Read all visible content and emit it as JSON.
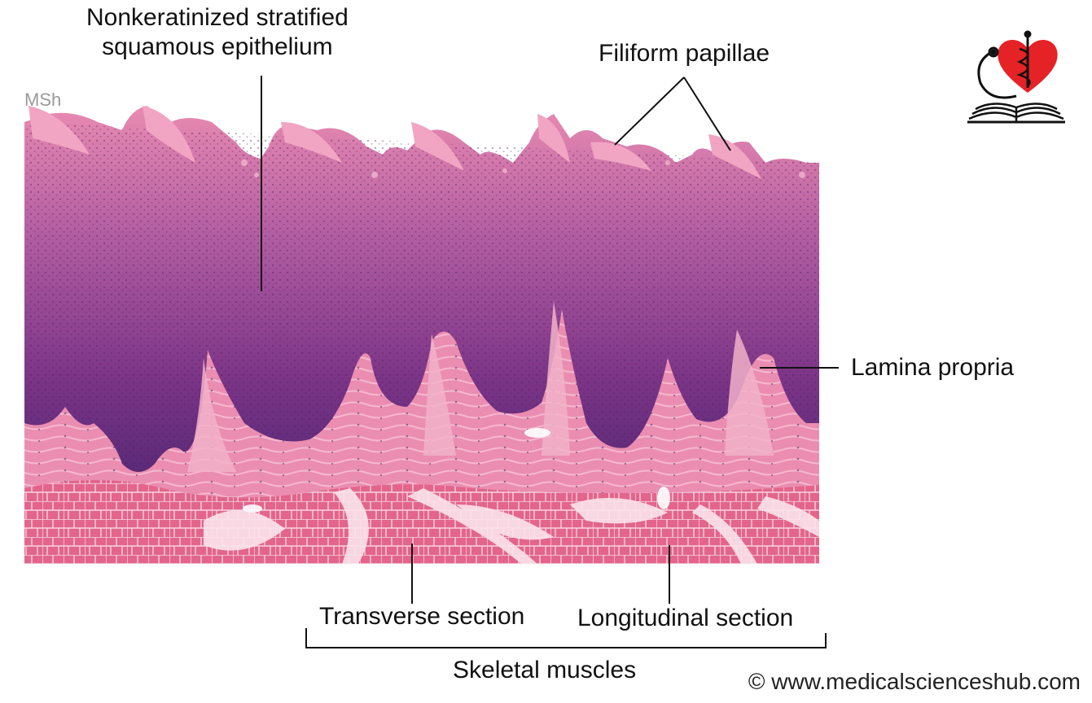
{
  "labels": {
    "epithelium_line1": "Nonkeratinized stratified",
    "epithelium_line2": "squamous epithelium",
    "filiform": "Filiform papillae",
    "lamina": "Lamina propria",
    "transverse": "Transverse section",
    "longitudinal": "Longitudinal section",
    "skeletal": "Skeletal muscles"
  },
  "watermark": "MSh",
  "copyright": "© www.medicalscienceshub.com",
  "colors": {
    "eosin_pink": "#e57aa0",
    "muscle_pink": "#e3658c",
    "epithelium_purple": "#8a3f8f",
    "basal_purple": "#5b2a78",
    "logo_red": "#e52226"
  },
  "icons": [
    "heart-caduceus-logo-icon",
    "stethoscope-icon",
    "open-book-icon"
  ]
}
